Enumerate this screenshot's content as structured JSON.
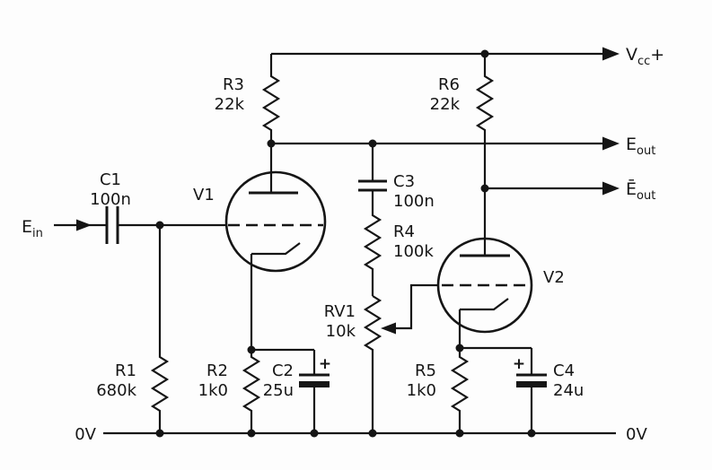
{
  "rails": {
    "vcc": {
      "base": "V",
      "sub": "cc",
      "suffix": "+"
    },
    "gnd_left": "0V",
    "gnd_right": "0V"
  },
  "signals": {
    "input": {
      "base": "E",
      "sub": "in"
    },
    "output": {
      "base": "E",
      "sub": "out"
    },
    "output_inv": {
      "base": "Ē",
      "sub": "out"
    }
  },
  "tubes": {
    "v1": "V1",
    "v2": "V2"
  },
  "components": {
    "r1": {
      "ref": "R1",
      "value": "680k"
    },
    "r2": {
      "ref": "R2",
      "value": "1k0"
    },
    "r3": {
      "ref": "R3",
      "value": "22k"
    },
    "r4": {
      "ref": "R4",
      "value": "100k"
    },
    "r5": {
      "ref": "R5",
      "value": "1k0"
    },
    "r6": {
      "ref": "R6",
      "value": "22k"
    },
    "rv1": {
      "ref": "RV1",
      "value": "10k"
    },
    "c1": {
      "ref": "C1",
      "value": "100n"
    },
    "c2": {
      "ref": "C2",
      "value": "25u",
      "polarity": "+"
    },
    "c3": {
      "ref": "C3",
      "value": "100n"
    },
    "c4": {
      "ref": "C4",
      "value": "24u",
      "polarity": "+"
    }
  }
}
